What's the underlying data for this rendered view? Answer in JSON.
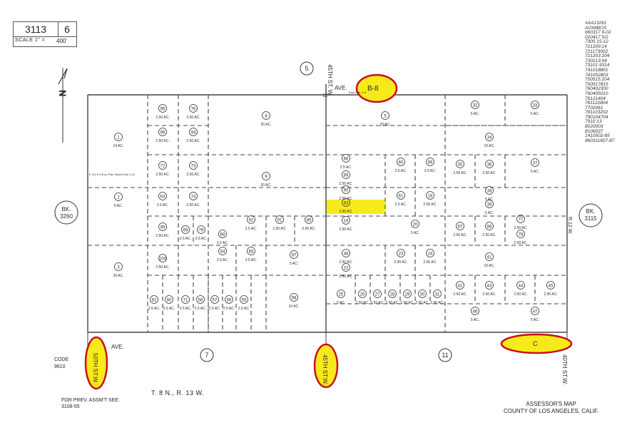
{
  "header": {
    "book": "3113",
    "page": "6",
    "scale_label": "SCALE 1\" =",
    "scale_value": "400'"
  },
  "doc_numbers": [
    "#AA13261",
    "AOIMBOS",
    "660317 9-02",
    "020417 5/2",
    "7305 15-12",
    "721209:14",
    "721173002",
    "721203:204",
    "730213:04",
    "73101 9314",
    "741018801",
    "741052803",
    "750515:204",
    "750517815",
    "760402300",
    "760405010",
    "76121404",
    "761122804",
    "7702061",
    "781103202",
    "790104704",
    "7910 13",
    "8020003",
    "8106037",
    "1410502-85",
    "860311607-87"
  ],
  "north_arrow": {
    "letter": "N"
  },
  "labels": {
    "ave_top": "AVE.",
    "ave_bottom": "AVE.",
    "st_45_top": "45TH ST. W.",
    "st_50": "50TH ST.W.",
    "st_45": "45TH ST.W.",
    "st_40": "40TH ST.W.",
    "r12w": "R.12 W.",
    "bk_left": "BK. 3260",
    "bk_right": "BK. 3115",
    "b8": "B-8",
    "c_mark": "C",
    "small_12": "12",
    "easement_note": "E 1/4 N 1/8 ac Pole Easmt See 1-12",
    "note_tract": "Tract Sub. 1-2"
  },
  "section_numbers": [
    "5",
    "7",
    "11"
  ],
  "parcels": [
    {
      "num": "1",
      "area": "14 AC."
    },
    {
      "num": "2",
      "area": "6 AC."
    },
    {
      "num": "3",
      "area": "20 AC."
    },
    {
      "num": "95",
      "area": "2.50 AC."
    },
    {
      "num": "76",
      "area": "2.50 AC."
    },
    {
      "num": "96",
      "area": "2.50 AC."
    },
    {
      "num": "94",
      "area": "2.50 AC."
    },
    {
      "num": "72",
      "area": "2.50 AC."
    },
    {
      "num": "73",
      "area": "2.50 AC."
    },
    {
      "num": "63",
      "area": "2.5 AC."
    },
    {
      "num": "74",
      "area": "2.50 AC."
    },
    {
      "num": "99",
      "area": "2.50 AC."
    },
    {
      "num": "69",
      "area": "2.5 AC."
    },
    {
      "num": "79",
      "area": "2.5 AC."
    },
    {
      "num": "68",
      "area": "2.5 AC."
    },
    {
      "num": "100",
      "area": "2.50 AC."
    },
    {
      "num": "54",
      "area": "2.5 AC."
    },
    {
      "num": "65",
      "area": "2.5 AC."
    },
    {
      "num": "97",
      "area": "5 AC."
    },
    {
      "num": "8",
      "area": "20 AC."
    },
    {
      "num": "9",
      "area": "20 AC."
    },
    {
      "num": "92",
      "area": "2.5 AC."
    },
    {
      "num": "91",
      "area": "2.50 AC."
    },
    {
      "num": "85",
      "area": "2.50 AC."
    },
    {
      "num": "98",
      "area": "10 AC."
    },
    {
      "num": "5",
      "area": "20 AC."
    },
    {
      "num": "66",
      "area": "2.5 AC."
    },
    {
      "num": "89",
      "area": "2.50 AC."
    },
    {
      "num": "90",
      "area": "2.50 AC."
    },
    {
      "num": "83",
      "area": "2.50 AC."
    },
    {
      "num": "19",
      "area": "2.50 AC."
    },
    {
      "num": "48",
      "area": "2.50 AC."
    },
    {
      "num": "60",
      "area": "2.5 AC."
    },
    {
      "num": "99",
      "area": "2.5 AC."
    },
    {
      "num": "61",
      "area": "2.5 AC."
    },
    {
      "num": "18",
      "area": "2.50 AC."
    },
    {
      "num": "20",
      "area": "5 AC."
    },
    {
      "num": "23",
      "area": "2.50 AC."
    },
    {
      "num": "24",
      "area": "2.50 AC."
    },
    {
      "num": "22",
      "area": "2.50 AC."
    },
    {
      "num": "32",
      "area": "5 AC."
    },
    {
      "num": "33",
      "area": "5 AC."
    },
    {
      "num": "34",
      "area": "10 AC."
    },
    {
      "num": "35",
      "area": "2.50 AC."
    },
    {
      "num": "36",
      "area": "2.50 AC."
    },
    {
      "num": "37",
      "area": "5 AC."
    },
    {
      "num": "38",
      "area": "5 AC."
    },
    {
      "num": "39",
      "area": "5 AC."
    },
    {
      "num": "87",
      "area": "2.50 AC."
    },
    {
      "num": "88",
      "area": "2.50 AC."
    },
    {
      "num": "77",
      "area": "2.50 AC."
    },
    {
      "num": "78",
      "area": "2.50 AC."
    },
    {
      "num": "41",
      "area": "10 AC."
    },
    {
      "num": "42",
      "area": "2.50 AC."
    },
    {
      "num": "43",
      "area": "2.50 AC."
    },
    {
      "num": "44",
      "area": "2.50 AC."
    },
    {
      "num": "45",
      "area": "2.50 AC."
    },
    {
      "num": "46",
      "area": "5 AC."
    },
    {
      "num": "47",
      "area": "5 AC."
    },
    {
      "num": "25",
      "area": "5 AC."
    },
    {
      "num": "26",
      "area": "2.50 AC."
    },
    {
      "num": "27",
      "area": "2.50 AC."
    },
    {
      "num": "28",
      "area": "2.50 AC."
    },
    {
      "num": "29",
      "area": "2.50 AC."
    },
    {
      "num": "30",
      "area": "2.50 AC."
    },
    {
      "num": "31",
      "area": "2.50 AC."
    },
    {
      "num": "82",
      "area": "2.5 AC."
    },
    {
      "num": "80",
      "area": "2.5 AC."
    },
    {
      "num": "71",
      "area": "2.5 AC."
    },
    {
      "num": "58",
      "area": "2.5 AC."
    },
    {
      "num": "57",
      "area": "2.5 AC."
    },
    {
      "num": "56",
      "area": "2.5 AC."
    },
    {
      "num": "55",
      "area": "2.5 AC."
    }
  ],
  "footer": {
    "code_label": "CODE",
    "code_value": "9610",
    "prev_label": "FOR PREV. ASSM'T SEE:",
    "prev_value": "3108-55",
    "township": "T. 8 N., R. 13 W.",
    "assessor": "ASSESSOR'S MAP",
    "county": "COUNTY OF LOS ANGELES, CALIF."
  },
  "colors": {
    "highlight": "#f7ea1a",
    "circle": "#c8101c",
    "ink": "#2a2a2a"
  }
}
